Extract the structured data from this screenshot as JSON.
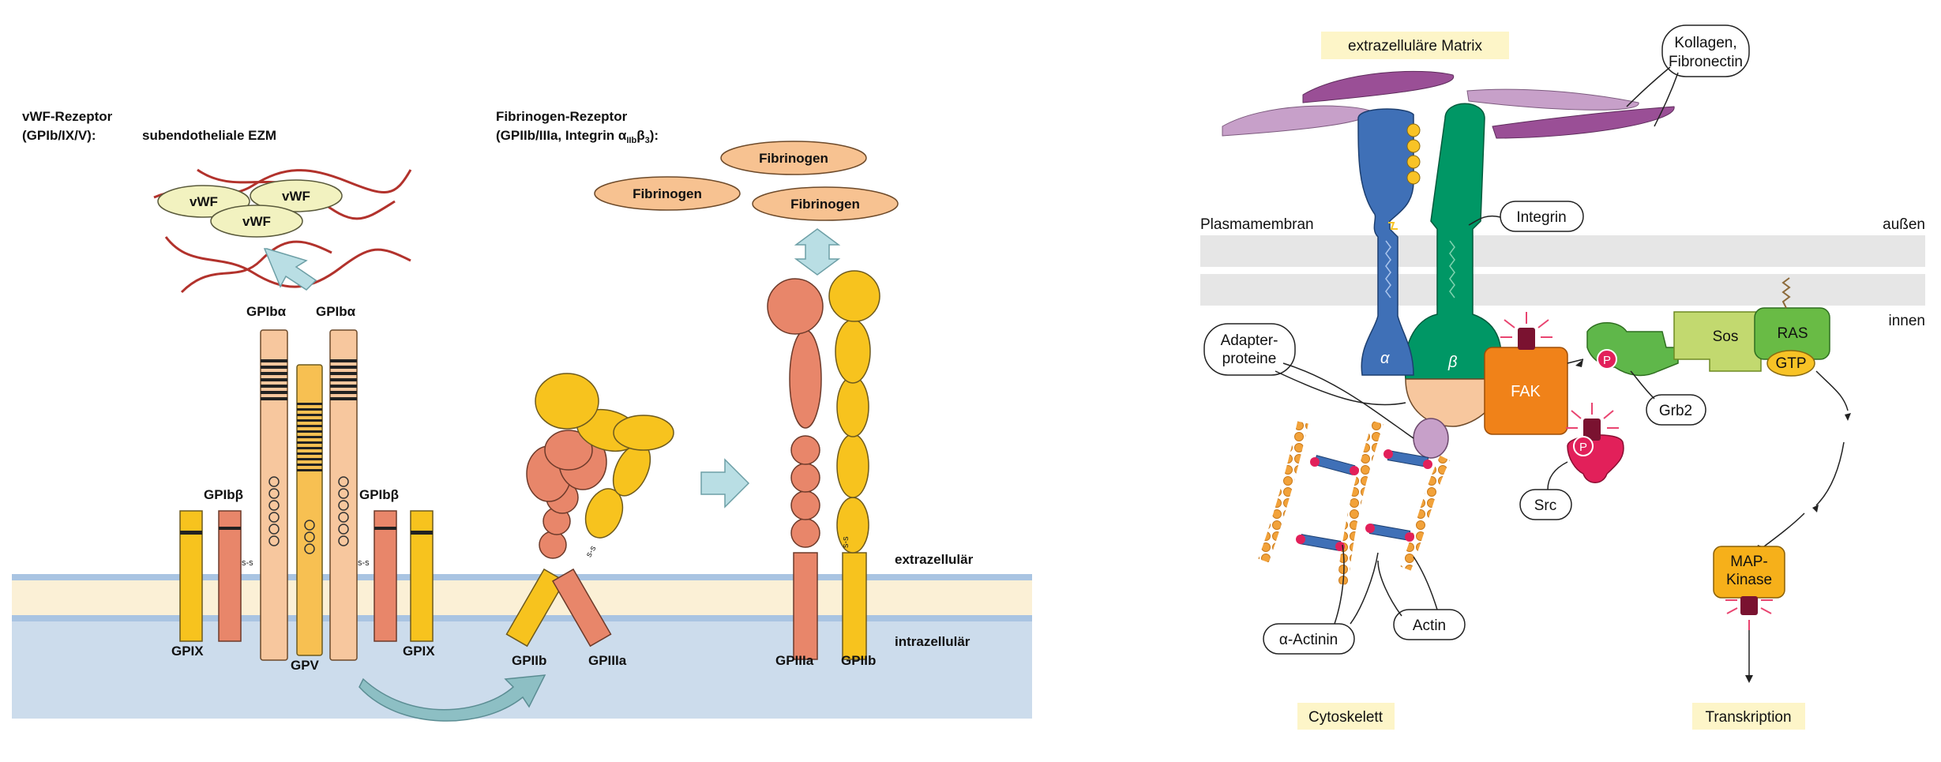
{
  "left": {
    "vwf_receptor_title": "vWF-Rezeptor",
    "vwf_receptor_sub": "(GPIb/IX/V):",
    "ezm": "subendotheliale EZM",
    "vwf": "vWF",
    "fib_receptor_title": "Fibrinogen-Rezeptor",
    "fib_receptor_sub_a": "(GPIIb/IIIa, Integrin α",
    "fib_receptor_sub_b": "IIb",
    "fib_receptor_sub_c": "β",
    "fib_receptor_sub_d": "3",
    "fib_receptor_sub_e": "):",
    "fibrinogen": "Fibrinogen",
    "gpiba": "GPIbα",
    "gpibb": "GPIbβ",
    "gpix": "GPIX",
    "gpv": "GPV",
    "gpiib": "GPIIb",
    "gpiiia": "GPIIIa",
    "ss": "s-s",
    "extrazellular": "extrazellulär",
    "intrazellular": "intrazellulär"
  },
  "right": {
    "matrix": "extrazelluläre Matrix",
    "kollagen": "Kollagen,",
    "fibronectin": "Fibronectin",
    "plasmamembran": "Plasmamembran",
    "aussen": "außen",
    "innen": "innen",
    "integrin": "Integrin",
    "alpha": "α",
    "beta": "β",
    "adapter_1": "Adapter-",
    "adapter_2": "proteine",
    "fak": "FAK",
    "p": "P",
    "src": "Src",
    "grb2": "Grb2",
    "sos": "Sos",
    "ras": "RAS",
    "gtp": "GTP",
    "map_1": "MAP-",
    "map_2": "Kinase",
    "actinin": "α-Actinin",
    "actin": "Actin",
    "cytoskelett": "Cytoskelett",
    "transkription": "Transkription"
  },
  "colors": {
    "membrane_blue": "#a9c4e2",
    "membrane_cream": "#fbf0d6",
    "gpi_orange": "#e8866a",
    "gpi_yellow": "#f7c31e",
    "gpi_tan": "#f7c79e",
    "fibrinogen": "#f7c291",
    "vwf": "#f2f2c0",
    "integrin_alpha": "#3f70b7",
    "integrin_beta": "#009765",
    "fak": "#f08219",
    "src": "#e2205a",
    "grb2": "#5fb74a",
    "sos": "#c2d96f",
    "ras": "#69bb45",
    "gtp": "#f8c326",
    "map": "#f6b01a",
    "label_bg": "#fdf5c8"
  }
}
